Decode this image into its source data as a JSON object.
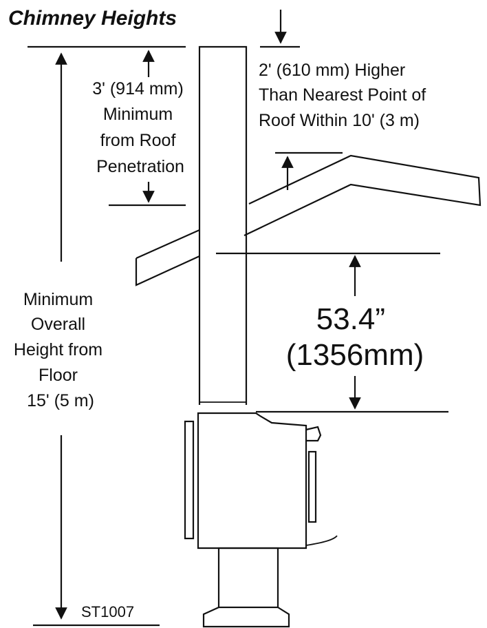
{
  "title": "Chimney Heights",
  "label_roof_penetration": [
    "3' (914 mm)",
    "Minimum",
    "from Roof",
    "Penetration"
  ],
  "label_higher_than_roof": [
    "2' (610 mm) Higher",
    "Than Nearest Point of",
    "Roof Within 10' (3 m)"
  ],
  "label_overall_height": [
    "Minimum",
    "Overall",
    "Height from",
    "Floor",
    "15' (5 m)"
  ],
  "label_ceiling_clearance": [
    "53.4”",
    "(1356mm)"
  ],
  "drawing_code": "ST1007"
}
